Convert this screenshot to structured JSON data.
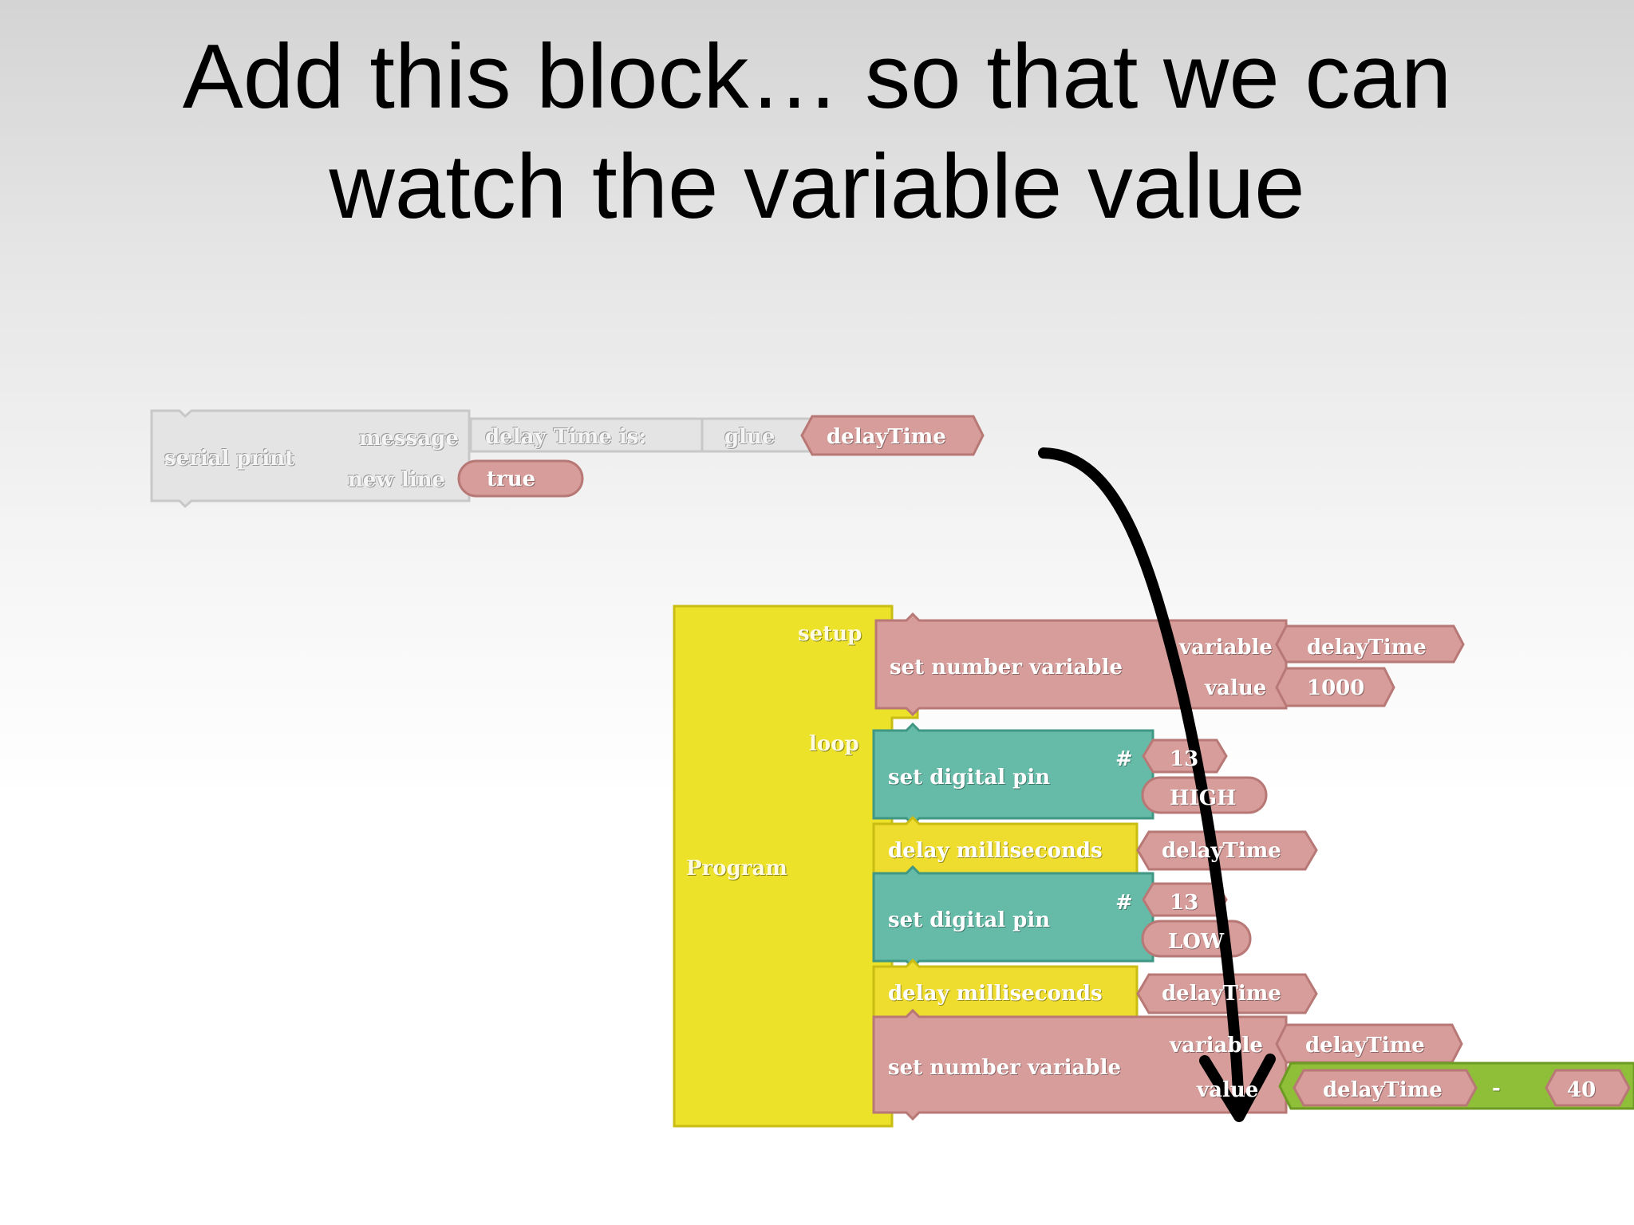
{
  "title": {
    "line1": "Add this block… so that we can",
    "line2": "watch the variable value"
  },
  "serial_block": {
    "label": "serial print",
    "message_label": "message",
    "message_text": "delay Time is:",
    "glue_label": "glue",
    "glue_var": "delayTime",
    "newline_label": "new line",
    "newline_value": "true"
  },
  "program_block": {
    "label": "Program",
    "setup_label": "setup",
    "loop_label": "loop",
    "setup": {
      "label": "set number variable",
      "variable_label": "variable",
      "variable_name": "delayTime",
      "value_label": "value",
      "value": "1000"
    },
    "loop": [
      {
        "type": "set_digital_pin",
        "label": "set digital pin",
        "hash": "#",
        "pin": "13",
        "state": "HIGH"
      },
      {
        "type": "delay",
        "label": "delay milliseconds",
        "value": "delayTime"
      },
      {
        "type": "set_digital_pin",
        "label": "set digital pin",
        "hash": "#",
        "pin": "13",
        "state": "LOW"
      },
      {
        "type": "delay",
        "label": "delay milliseconds",
        "value": "delayTime"
      },
      {
        "type": "set_number_variable",
        "label": "set number variable",
        "variable_label": "variable",
        "variable_name": "delayTime",
        "value_label": "value",
        "expr": {
          "left": "delayTime",
          "op": "-",
          "right": "40"
        }
      }
    ]
  },
  "colors": {
    "serial": "#e6e6e6",
    "program": "#ede22a",
    "variable": "#d79d9b",
    "digital": "#65bba8",
    "delay": "#eedc2e",
    "math": "#8fbf39",
    "arrow": "#000000"
  },
  "arrow_icon": "curved-down-arrow"
}
